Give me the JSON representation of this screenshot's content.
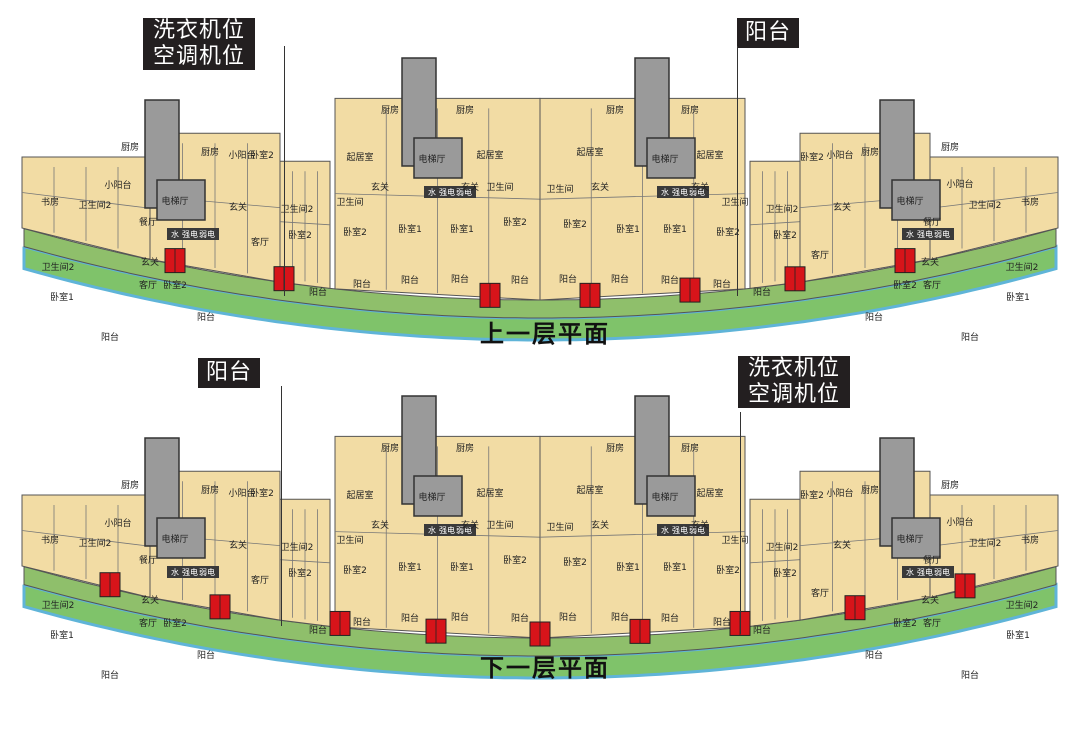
{
  "callouts": {
    "upper_left_line1": "洗衣机位",
    "upper_left_line2": "空调机位",
    "upper_right": "阳台",
    "lower_left": "阳台",
    "lower_right_line1": "洗衣机位",
    "lower_right_line2": "空调机位"
  },
  "titles": {
    "upper": "上一层平面",
    "lower": "下一层平面"
  },
  "rooms": {
    "elevator_hall": "电梯厅",
    "kitchen": "厨房",
    "dining": "餐厅",
    "living": "起居室",
    "parlor": "客厅",
    "entry": "玄关",
    "bath": "卫生间",
    "bath2": "卫生间2",
    "bedroom1": "卧室1",
    "bedroom2": "卧室2",
    "balcony": "阳台",
    "study": "书房",
    "small_balcony": "小阳台",
    "core_labels": [
      "水",
      "强电",
      "弱电"
    ]
  },
  "colors": {
    "apartment": "#f2dca4",
    "core": "#9a9a9a",
    "balcony": "#8fbf6b",
    "ac_unit": "#d7141a",
    "edge": "#5fb4d8"
  }
}
